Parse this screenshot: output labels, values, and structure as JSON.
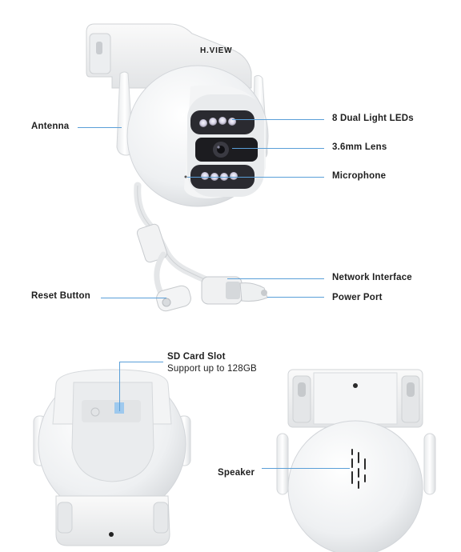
{
  "brand": "H.VIEW",
  "accent_color": "#5a9fd8",
  "labels": {
    "antenna": "Antenna",
    "leds": "8 Dual Light LEDs",
    "lens": "3.6mm Lens",
    "microphone": "Microphone",
    "network": "Network Interface",
    "reset": "Reset Button",
    "power": "Power Port",
    "sd_title": "SD Card Slot",
    "sd_sub": "Support up to 128GB",
    "speaker": "Speaker"
  }
}
